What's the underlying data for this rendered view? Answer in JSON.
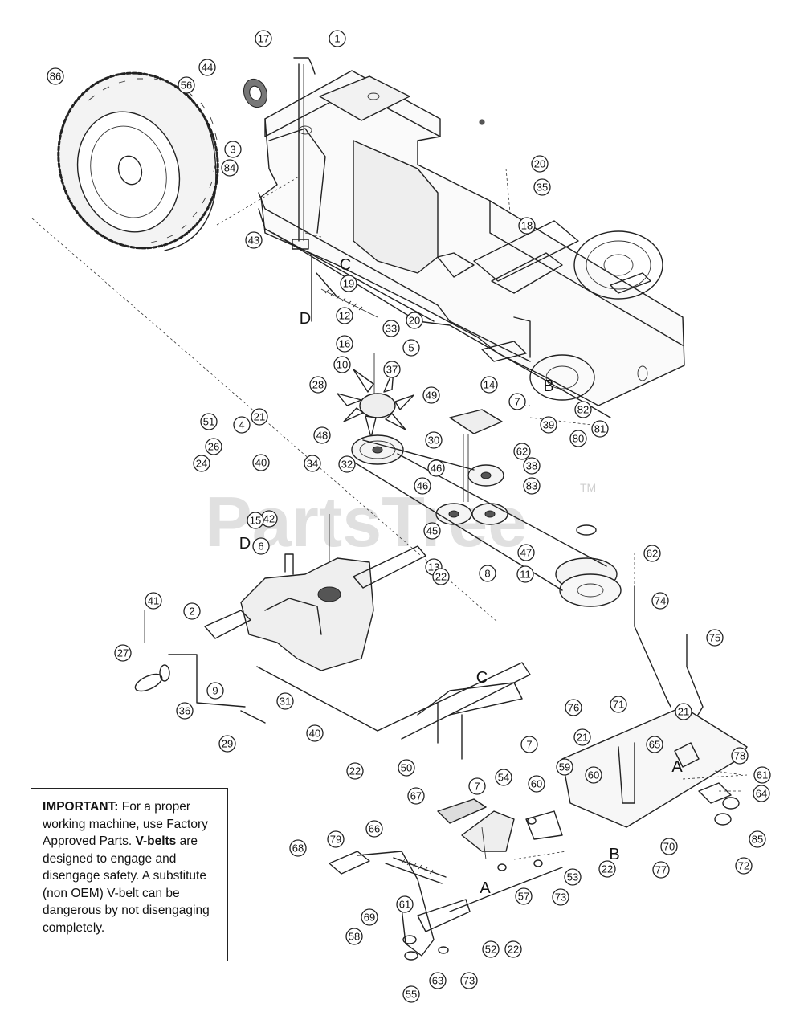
{
  "watermark": {
    "text": "PartsTree",
    "tm": "TM"
  },
  "notice": {
    "important_label": "IMPORTANT:",
    "important_text": " For a proper working machine, use Factory Approved Parts.",
    "vbelts_label": "V-belts",
    "vbelts_text": " are designed to engage and disengage safety. A substitute (non OEM) V-belt can be dangerous by not disengaging completely."
  },
  "reference_letters": [
    "C",
    "D",
    "B",
    "D",
    "C",
    "A",
    "B",
    "A"
  ],
  "callouts": [
    "17",
    "1",
    "44",
    "56",
    "86",
    "3",
    "84",
    "20",
    "35",
    "18",
    "43",
    "19",
    "12",
    "33",
    "20",
    "5",
    "16",
    "10",
    "37",
    "28",
    "14",
    "49",
    "7",
    "82",
    "81",
    "80",
    "39",
    "62",
    "38",
    "30",
    "46",
    "83",
    "48",
    "51",
    "4",
    "21",
    "34",
    "26",
    "24",
    "40",
    "32",
    "42",
    "15",
    "6",
    "46",
    "47",
    "45",
    "13",
    "22",
    "8",
    "11",
    "2",
    "41",
    "27",
    "36",
    "9",
    "31",
    "29",
    "40",
    "7",
    "50",
    "22",
    "7",
    "54",
    "60",
    "62",
    "74",
    "75",
    "76",
    "71",
    "65",
    "21",
    "78",
    "61",
    "64",
    "59",
    "21",
    "60",
    "85",
    "67",
    "66",
    "68",
    "79",
    "70",
    "72",
    "22",
    "77",
    "53",
    "57",
    "73",
    "61",
    "58",
    "69",
    "52",
    "22",
    "63",
    "73",
    "55"
  ]
}
